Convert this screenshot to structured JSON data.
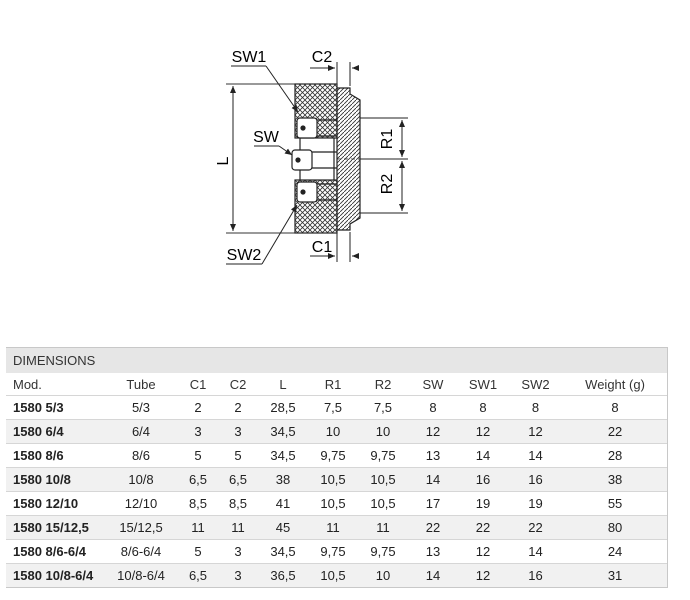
{
  "drawing": {
    "labels": {
      "sw1": "SW1",
      "sw": "SW",
      "sw2": "SW2",
      "c2": "C2",
      "c1": "C1",
      "l": "L",
      "r1": "R1",
      "r2": "R2"
    }
  },
  "table": {
    "title": "DIMENSIONS",
    "headers": [
      "Mod.",
      "Tube",
      "C1",
      "C2",
      "L",
      "R1",
      "R2",
      "SW",
      "SW1",
      "SW2",
      "Weight (g)"
    ],
    "rows": [
      [
        "1580 5/3",
        "5/3",
        "2",
        "2",
        "28,5",
        "7,5",
        "7,5",
        "8",
        "8",
        "8",
        "8"
      ],
      [
        "1580 6/4",
        "6/4",
        "3",
        "3",
        "34,5",
        "10",
        "10",
        "12",
        "12",
        "12",
        "22"
      ],
      [
        "1580 8/6",
        "8/6",
        "5",
        "5",
        "34,5",
        "9,75",
        "9,75",
        "13",
        "14",
        "14",
        "28"
      ],
      [
        "1580 10/8",
        "10/8",
        "6,5",
        "6,5",
        "38",
        "10,5",
        "10,5",
        "14",
        "16",
        "16",
        "38"
      ],
      [
        "1580 12/10",
        "12/10",
        "8,5",
        "8,5",
        "41",
        "10,5",
        "10,5",
        "17",
        "19",
        "19",
        "55"
      ],
      [
        "1580 15/12,5",
        "15/12,5",
        "11",
        "11",
        "45",
        "11",
        "11",
        "22",
        "22",
        "22",
        "80"
      ],
      [
        "1580 8/6-6/4",
        "8/6-6/4",
        "5",
        "3",
        "34,5",
        "9,75",
        "9,75",
        "13",
        "12",
        "14",
        "24"
      ],
      [
        "1580 10/8-6/4",
        "10/8-6/4",
        "6,5",
        "3",
        "36,5",
        "10,5",
        "10",
        "14",
        "12",
        "16",
        "31"
      ]
    ]
  }
}
